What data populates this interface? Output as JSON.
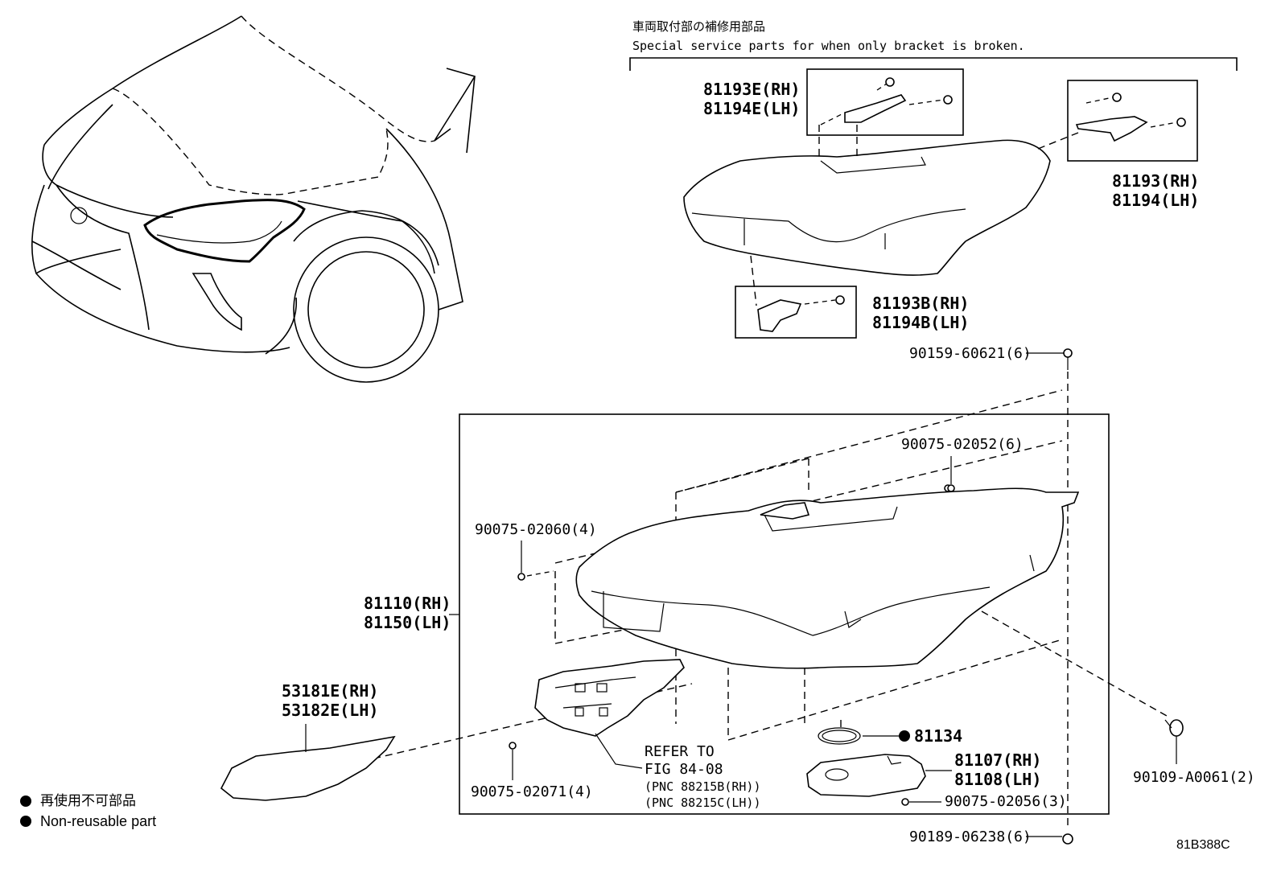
{
  "header": {
    "jp_title": "車両取付部の補修用部品",
    "en_title": "Special service parts for when only bracket is broken."
  },
  "callouts": {
    "p81193E": "81193E(RH)",
    "p81194E": "81194E(LH)",
    "p81193": "81193(RH)",
    "p81194": "81194(LH)",
    "p81193B": "81193B(RH)",
    "p81194B": "81194B(LH)",
    "p90159": "90159-60621(6)",
    "p90075_02052": "90075-02052(6)",
    "p90075_02060": "90075-02060(4)",
    "p81110": "81110(RH)",
    "p81150": "81150(LH)",
    "p53181E": "53181E(RH)",
    "p53182E": "53182E(LH)",
    "p90075_02071": "90075-02071(4)",
    "refer1": "REFER TO",
    "refer2": "FIG 84-08",
    "pnc1": "(PNC  88215B(RH))",
    "pnc2": "(PNC  88215C(LH))",
    "p81134": "81134",
    "p81107": "81107(RH)",
    "p81108": "81108(LH)",
    "p90075_02056": "90075-02056(3)",
    "p90109": "90109-A0061(2)",
    "p90189": "90189-06238(6)"
  },
  "legend": {
    "jp": "再使用不可部品",
    "en": "Non-reusable part"
  },
  "figure_code": "81B388C"
}
